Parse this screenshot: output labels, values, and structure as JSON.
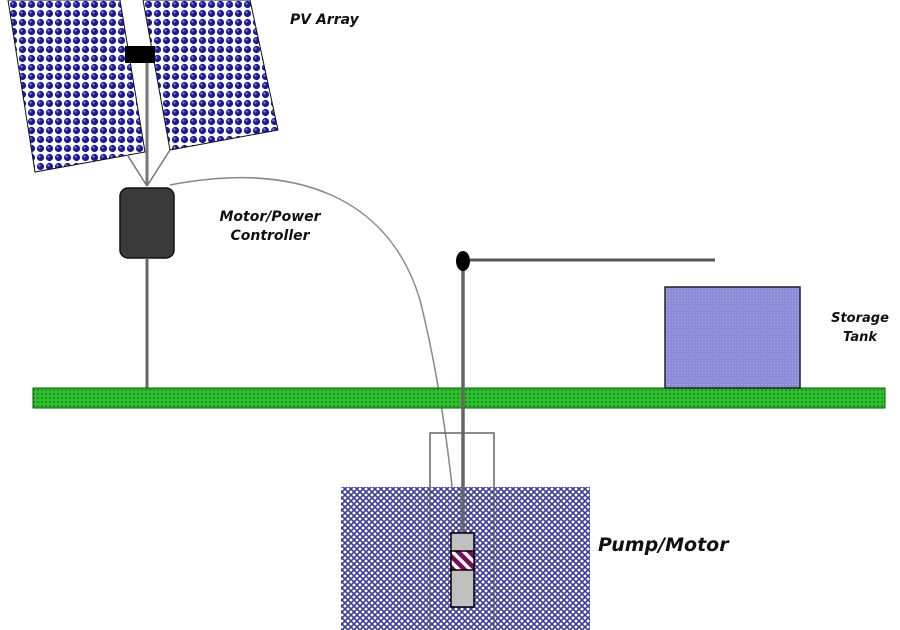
{
  "labels": {
    "pv_array": "PV Array",
    "controller_line1": "Motor/Power",
    "controller_line2": "Controller",
    "tank_line1": "Storage",
    "tank_line2": "Tank",
    "pump": "Pump/Motor"
  },
  "colors": {
    "panel": "#1a1a9a",
    "ground": "#2fc02f",
    "water": "#3a3a9a",
    "tank": "#8c8cd8",
    "controller": "#3a3a3a",
    "pump_stripe": "#7a0a5a"
  }
}
